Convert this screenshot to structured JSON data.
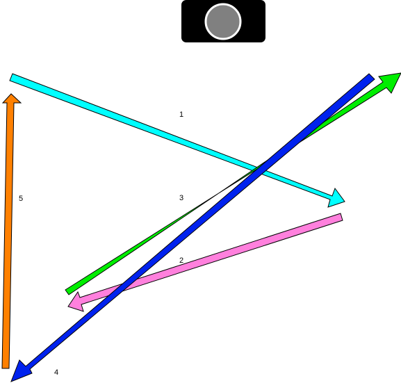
{
  "camera": {
    "icon": "camera-icon",
    "body_color": "#000000",
    "lens_color": "#808080"
  },
  "arrows": [
    {
      "label": "1",
      "color": "#00ffff"
    },
    {
      "label": "2",
      "color": "#ff80dd"
    },
    {
      "label": "3",
      "color": "#00ee00"
    },
    {
      "label": "4",
      "color": "#0022ee"
    },
    {
      "label": "5",
      "color": "#ff8000"
    }
  ]
}
